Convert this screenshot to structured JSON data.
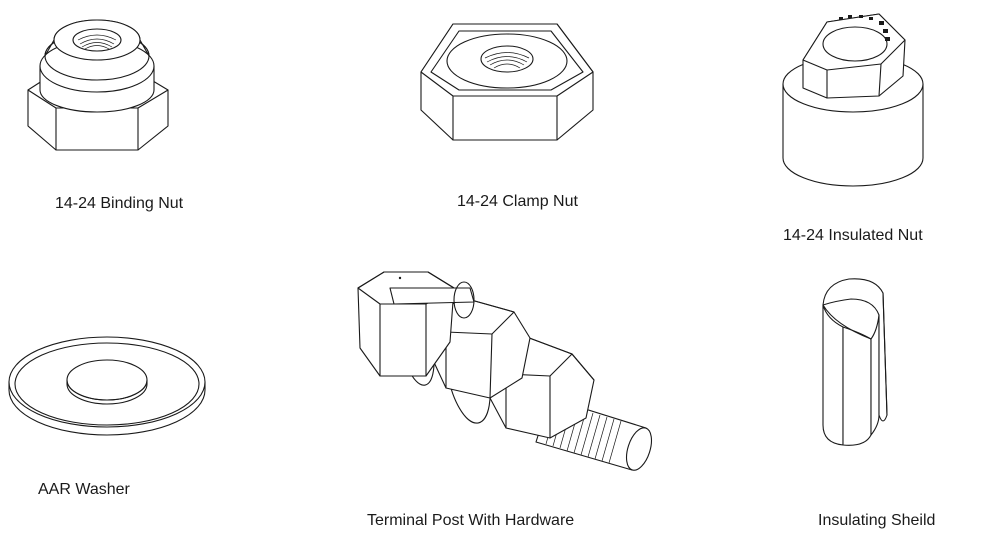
{
  "parts": [
    {
      "id": "binding-nut",
      "label": "14-24 Binding Nut",
      "icon": "binding-nut-icon"
    },
    {
      "id": "clamp-nut",
      "label": "14-24 Clamp Nut",
      "icon": "clamp-nut-icon"
    },
    {
      "id": "insulated-nut",
      "label": "14-24 Insulated Nut",
      "icon": "insulated-nut-icon"
    },
    {
      "id": "aar-washer",
      "label": "AAR Washer",
      "icon": "washer-icon"
    },
    {
      "id": "terminal-post",
      "label": "Terminal Post With Hardware",
      "icon": "terminal-post-icon"
    },
    {
      "id": "insulating-shield",
      "label": "Insulating Sheild",
      "icon": "insulating-shield-icon"
    }
  ]
}
